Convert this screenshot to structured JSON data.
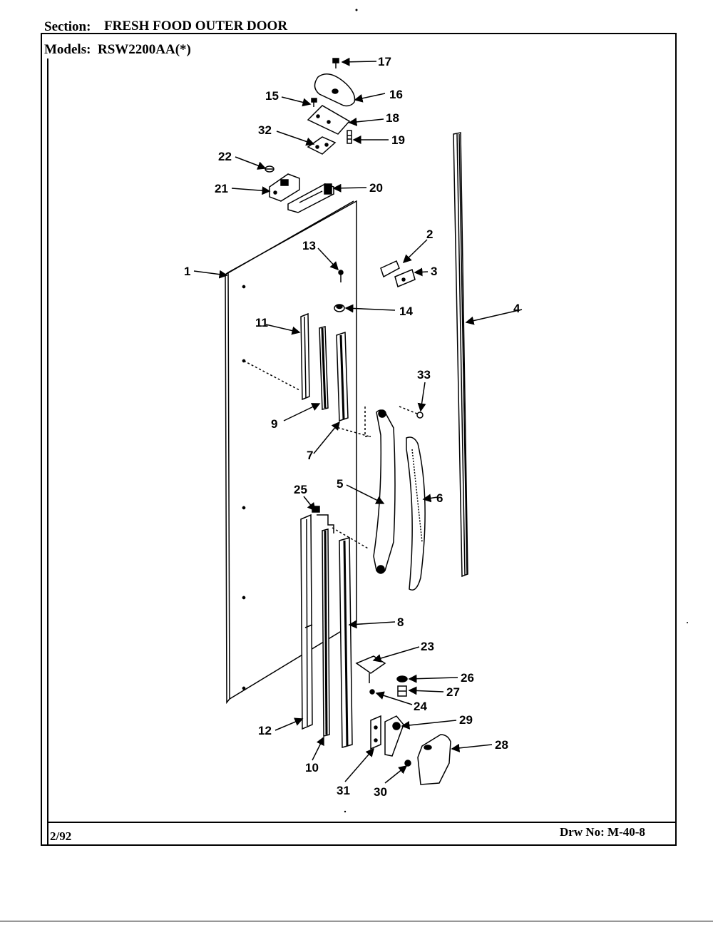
{
  "header": {
    "section_label": "Section:",
    "section_value": "FRESH FOOD OUTER DOOR",
    "models_label": "Models:",
    "models_value": "RSW2200AA(*)"
  },
  "footer": {
    "date": "2/92",
    "drawing_number": "Drw No: M-40-8"
  },
  "callouts": [
    "1",
    "2",
    "3",
    "4",
    "5",
    "6",
    "7",
    "8",
    "9",
    "10",
    "11",
    "12",
    "13",
    "14",
    "15",
    "16",
    "17",
    "18",
    "19",
    "20",
    "21",
    "22",
    "23",
    "24",
    "25",
    "26",
    "27",
    "28",
    "29",
    "30",
    "31",
    "32",
    "33"
  ]
}
